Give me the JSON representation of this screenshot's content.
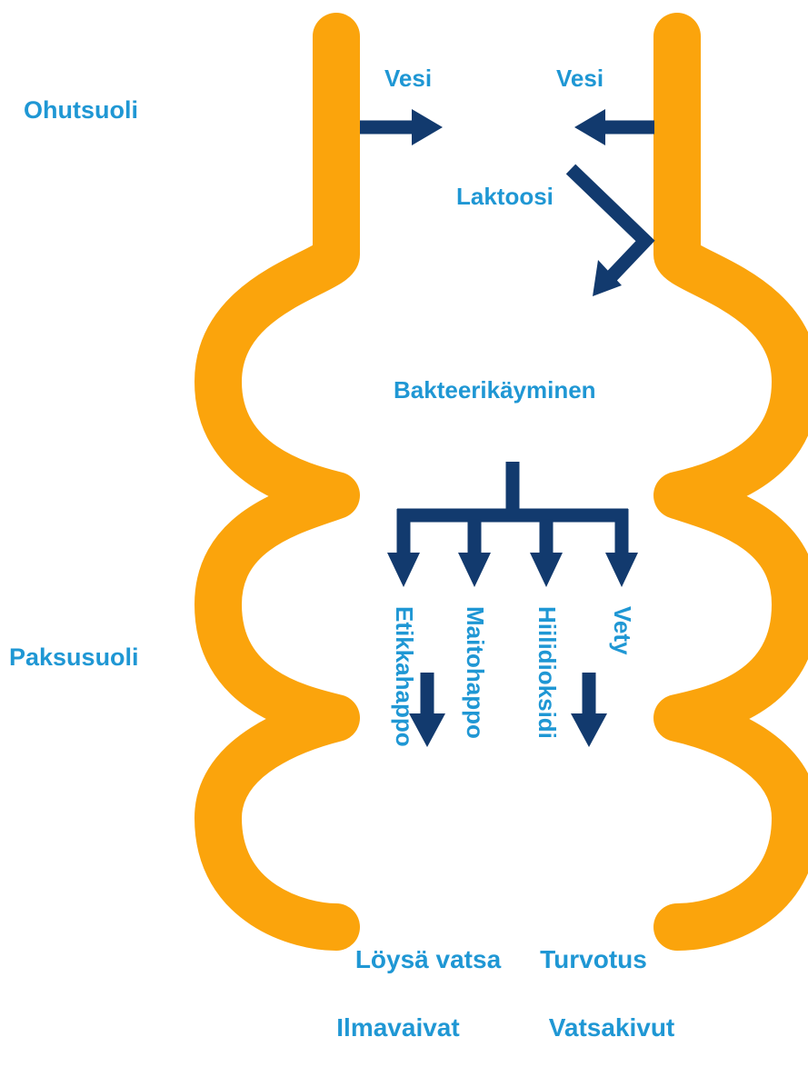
{
  "colors": {
    "intestine": "#fba40c",
    "arrow": "#123a6e",
    "label": "#1f97d4"
  },
  "labels": {
    "small_intestine": "Ohutsuoli",
    "large_intestine": "Paksusuoli",
    "water_out": "Vesi",
    "water_in": "Vesi",
    "lactose": "Laktoosi",
    "fermentation": "Bakteerikäyminen"
  },
  "products": [
    "Etikkahappo",
    "Maitohappo",
    "Hiilidioksidi",
    "Vety"
  ],
  "symptoms": {
    "left": [
      "Löysä vatsa",
      "Ilmavaivat"
    ],
    "right": [
      "Turvotus",
      "Vatsakivut"
    ]
  }
}
